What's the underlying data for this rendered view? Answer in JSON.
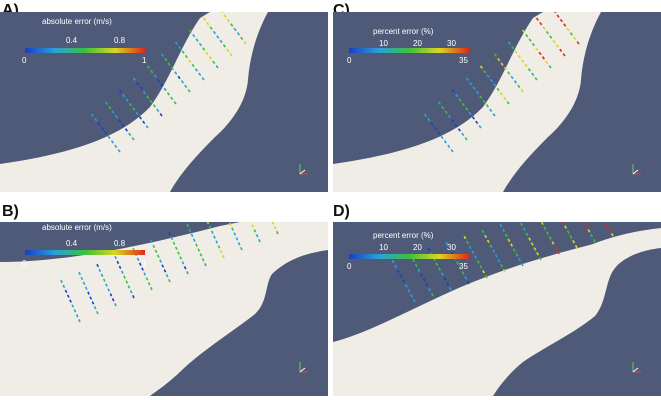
{
  "panels": [
    {
      "label": "A)",
      "colorbar": {
        "title": "absolute error (m/s)",
        "min_label": "0",
        "max_label": "1",
        "tick_labels": [
          "0.4",
          "0.8"
        ],
        "colormap": "jet"
      }
    },
    {
      "label": "B)",
      "colorbar": {
        "title": "absolute error (m/s)",
        "min_label": "0",
        "max_label": "1",
        "tick_labels": [
          "0.4",
          "0.8"
        ],
        "colormap": "jet"
      }
    },
    {
      "label": "C)",
      "colorbar": {
        "title": "percent error (%)",
        "min_label": "0",
        "max_label": "35",
        "tick_labels": [
          "10",
          "20",
          "30"
        ],
        "colormap": "jet"
      }
    },
    {
      "label": "D)",
      "colorbar": {
        "title": "percent error (%)",
        "min_label": "0",
        "max_label": "35",
        "tick_labels": [
          "10",
          "20",
          "30"
        ],
        "colormap": "jet"
      }
    }
  ],
  "colors": {
    "background": "#4f5a78",
    "vessel": "#efede6",
    "colormap_stops": [
      "#1a3fc2",
      "#2aa0d8",
      "#3cc040",
      "#d8d820",
      "#e02818"
    ]
  }
}
